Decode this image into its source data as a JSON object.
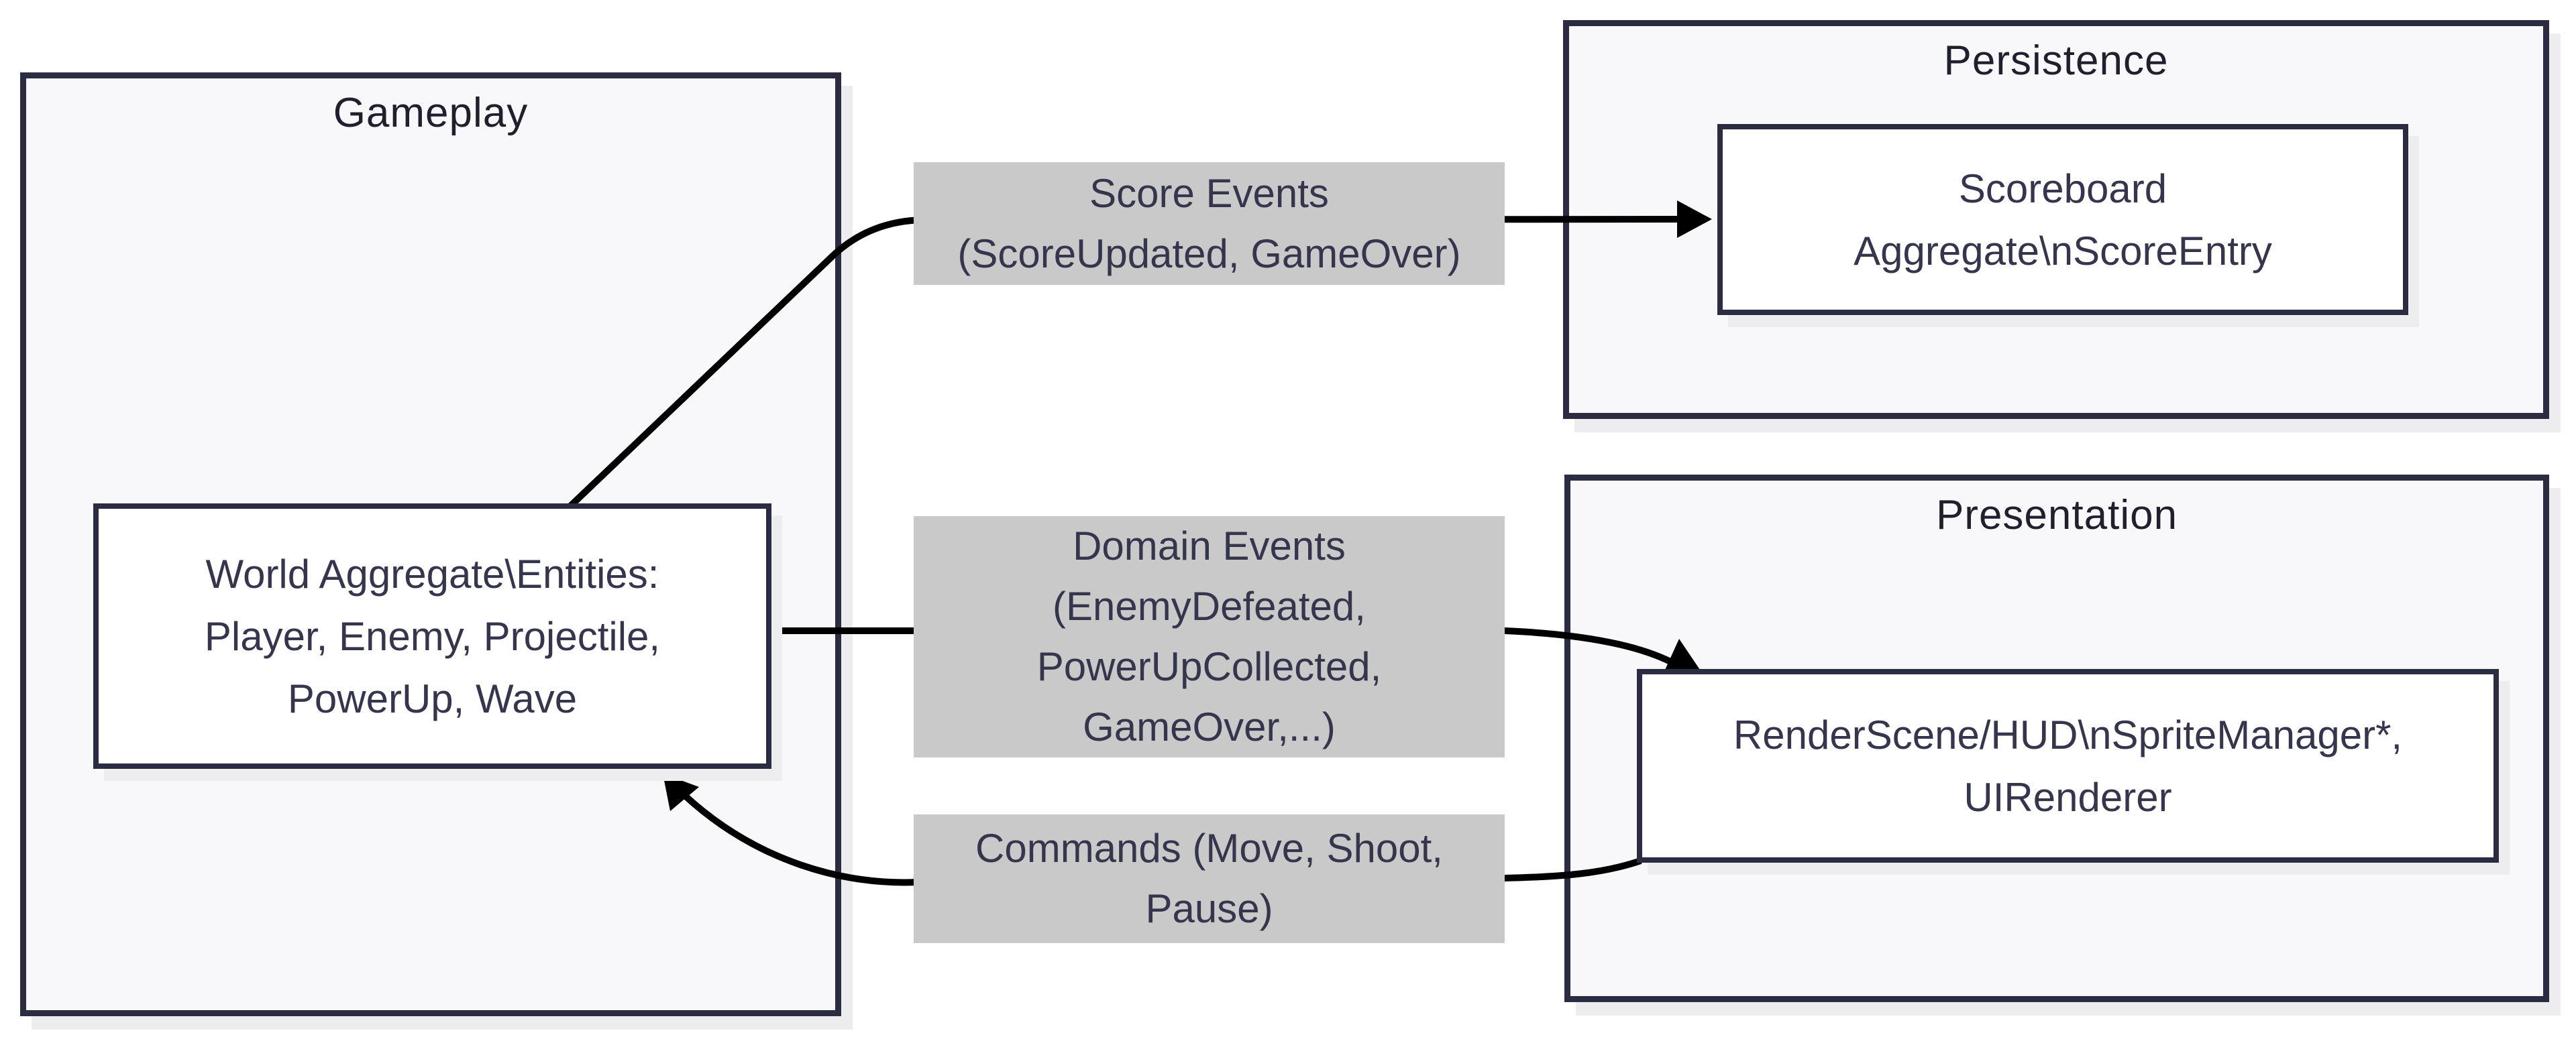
{
  "diagram": {
    "clusters": [
      {
        "id": "gameplay",
        "title": "Gameplay"
      },
      {
        "id": "persistence",
        "title": "Persistence"
      },
      {
        "id": "presentation",
        "title": "Presentation"
      }
    ],
    "nodes": [
      {
        "id": "world",
        "lines": [
          "World Aggregate\\Entities:",
          "Player, Enemy, Projectile,",
          "PowerUp, Wave"
        ]
      },
      {
        "id": "scoreboard",
        "lines": [
          "Scoreboard",
          "Aggregate\\nScoreEntry"
        ]
      },
      {
        "id": "render",
        "lines": [
          "RenderScene/HUD\\nSpriteManager*,",
          "UIRenderer"
        ]
      }
    ],
    "edge_labels": [
      {
        "id": "score-events",
        "lines": [
          "Score Events",
          "(ScoreUpdated, GameOver)"
        ]
      },
      {
        "id": "domain-events",
        "lines": [
          "Domain Events",
          "(EnemyDefeated,",
          "PowerUpCollected,",
          "GameOver,...)"
        ]
      },
      {
        "id": "commands",
        "lines": [
          "Commands (Move, Shoot,",
          "Pause)"
        ]
      }
    ],
    "edges": [
      {
        "id": "score-events",
        "from": "world",
        "to": "scoreboard"
      },
      {
        "id": "domain-events",
        "from": "world",
        "to": "render"
      },
      {
        "id": "commands",
        "from": "render",
        "to": "world"
      }
    ],
    "colors": {
      "page_background": "#ffffff",
      "cluster_fill": "#f8f8fa",
      "border": "#2b2b42",
      "node_fill": "#ffffff",
      "edge_stroke": "#000000",
      "edge_label_fill": "#c9c9c9",
      "text": "#35354d",
      "title_text": "#1f1f2e",
      "shadow": "#ededf0"
    }
  }
}
